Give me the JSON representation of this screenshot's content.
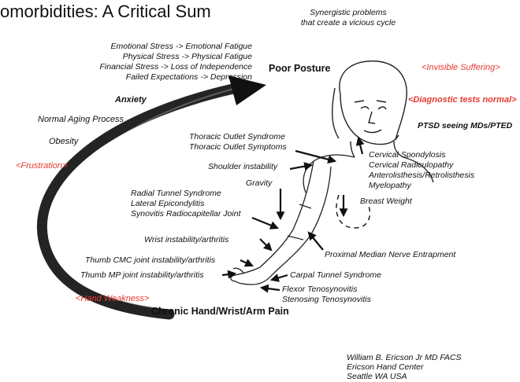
{
  "title": "omorbidities: A Critical Sum",
  "subtitle": [
    "Synergistic problems",
    "that create a vicious cycle"
  ],
  "stress_list": [
    "Emotional Stress -> Emotional Fatigue",
    "Physical Stress -> Physical Fatigue",
    "Financial Stress -> Loss of Independence",
    "Failed Expectations -> Depression"
  ],
  "poor_posture": "Poor Posture",
  "anxiety": "Anxiety",
  "normal_aging": "Normal Aging Process",
  "obesity": "Obesity",
  "frustration": "<Frustration>",
  "invisible_suffering": "<Invisible Suffering>",
  "diagnostic_tests": "<Diagnostic tests normal>",
  "ptsd": "PTSD seeing MDs/PTED",
  "thoracic": [
    "Thoracic Outlet Syndrome",
    "Thoracic Outlet Symptoms"
  ],
  "shoulder": "Shoulder instability",
  "gravity": "Gravity",
  "cervical": [
    "Cervical Spondylosis",
    "Cervical Radiculopathy",
    "Anterolisthesis/Retrolisthesis",
    "Myelopathy"
  ],
  "breast_weight": "Breast Weight",
  "radial": [
    "Radial Tunnel Syndrome",
    "Lateral Epicondylitis",
    "Synovitis Radiocapitellar Joint"
  ],
  "wrist": "Wrist instability/arthritis",
  "thumb_cmc": "Thumb CMC joint instability/arthritis",
  "thumb_mp": "Thumb MP joint instability/arthritis",
  "proximal_median": "Proximal Median Nerve Entrapment",
  "carpal_tunnel": "Carpal Tunnel Syndrome",
  "flexor": [
    "Flexor Tenosynovitis",
    "Stenosing Tenosynovitis"
  ],
  "hand_weakness": "<Hand Weakness>",
  "chronic_pain": "Chronic Hand/Wrist/Arm Pain",
  "author": [
    "William B. Ericson Jr MD FACS",
    "Ericson Hand Center",
    "Seattle WA USA"
  ]
}
